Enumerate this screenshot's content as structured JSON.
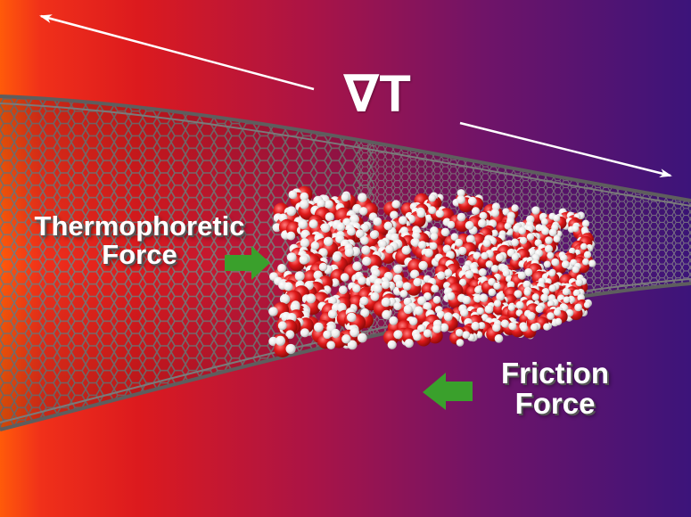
{
  "labels": {
    "gradient": "∇T",
    "thermophoretic_line1": "Thermophoretic",
    "thermophoretic_line2": "Force",
    "friction_line1": "Friction",
    "friction_line2": "Force"
  },
  "colors": {
    "hot": "#ff5a0a",
    "mid": "#c8143c",
    "cold": "#3c147a",
    "tube": "#707070",
    "oxygen": "#d41a1a",
    "hydrogen": "#f2f2f2",
    "force_arrow": "#3aa02c",
    "gradient_arrow": "#ffffff"
  }
}
